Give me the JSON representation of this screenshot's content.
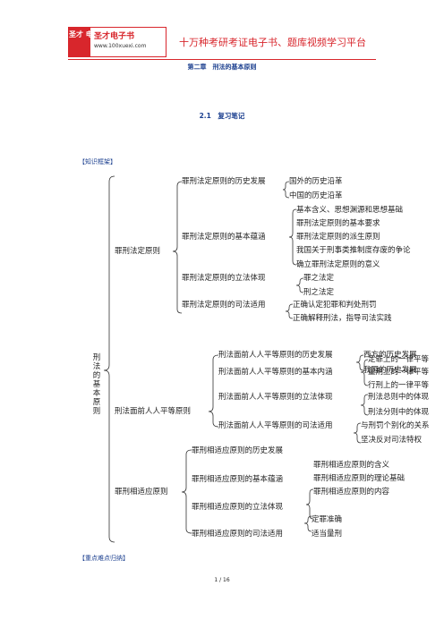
{
  "header": {
    "logo_mark": "圣才 电子书",
    "logo_name": "圣才电子书",
    "logo_url": "www.100xuexi.com",
    "slogan": "十万种考研考证电子书、题库视频学习平台"
  },
  "chapter_title": "第二章　刑法的基本原则",
  "section_title": "2.1　复习笔记",
  "knowledge_heading": "【知识框架】",
  "tree": {
    "root": "刑法的基本原则",
    "p1": {
      "label": "罪刑法定原则",
      "children": [
        {
          "label": "罪刑法定原则的历史发展",
          "items": [
            "国外的历史沿革",
            "中国的历史沿革"
          ]
        },
        {
          "label": "罪刑法定原则的基本蕴涵",
          "items": [
            "基本含义、思想渊源和思想基础",
            "罪刑法定原则的基本要求",
            "罪刑法定原则的派生原则",
            "我国关于刑事类推制度存废的争论",
            "确立罪刑法定原则的意义"
          ]
        },
        {
          "label": "罪刑法定原则的立法体现",
          "items": [
            "罪之法定",
            "刑之法定"
          ]
        },
        {
          "label": "罪刑法定原则的司法适用",
          "items": [
            "正确认定犯罪和判处刑罚",
            "正确解释刑法，指导司法实践"
          ]
        }
      ]
    },
    "p2": {
      "label": "刑法面前人人平等原则",
      "children": [
        {
          "label": "刑法面前人人平等原则的历史发展",
          "items": [
            "西方的历史发展",
            "我国的历史发展"
          ]
        },
        {
          "label": "刑法面前人人平等原则的基本内涵",
          "items": [
            "定罪上的一律平等",
            "量刑上的一律平等",
            "行刑上的一律平等"
          ]
        },
        {
          "label": "刑法面前人人平等原则的立法体现",
          "items": [
            "刑法总则中的体现",
            "刑法分则中的体现"
          ]
        },
        {
          "label": "刑法面前人人平等原则的司法适用",
          "items": [
            "与刑罚个别化的关系",
            "坚决反对司法特权"
          ]
        }
      ]
    },
    "p3": {
      "label": "罪刑相适应原则",
      "children": [
        {
          "label": "罪刑相适应原则的历史发展",
          "items": []
        },
        {
          "label": "罪刑相适应原则的基本蕴涵",
          "items": [
            "罪刑相适应原则的含义",
            "罪刑相适应原则的理论基础",
            "罪刑相适应原则的内容"
          ]
        },
        {
          "label": "罪刑相适应原则的立法体现",
          "items": []
        },
        {
          "label": "罪刑相适应原则的司法适用",
          "items": [
            "定罪准确",
            "适当量刑"
          ]
        }
      ]
    }
  },
  "key_points_heading": "【重点难点归纳】",
  "page_number": "1 / 16"
}
